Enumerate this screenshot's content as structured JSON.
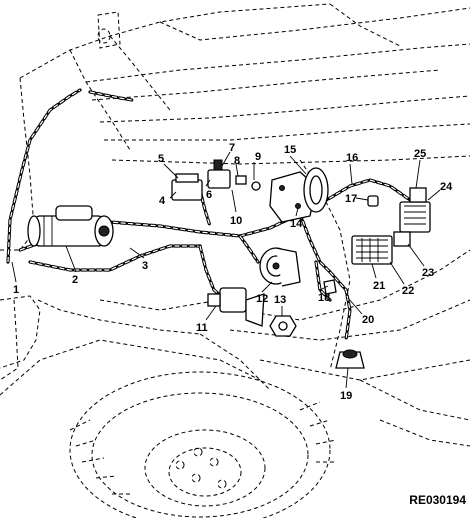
{
  "diagram": {
    "reference_code": "RE030194",
    "callouts": [
      "1",
      "2",
      "3",
      "4",
      "5",
      "6",
      "7",
      "8",
      "9",
      "10",
      "11",
      "12",
      "13",
      "14",
      "15",
      "16",
      "17",
      "18",
      "19",
      "20",
      "21",
      "22",
      "23",
      "24",
      "25"
    ]
  }
}
